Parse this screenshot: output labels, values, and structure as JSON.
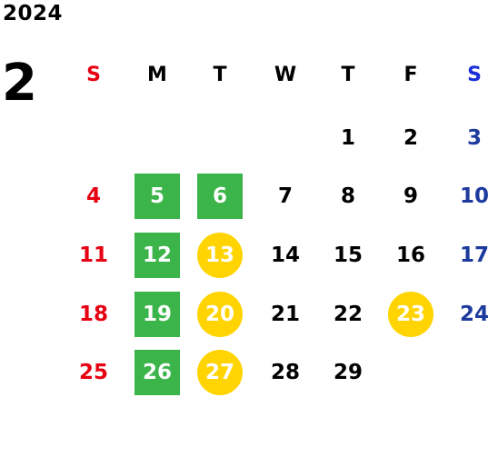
{
  "year": "2024",
  "month": "2",
  "weekdays": [
    "S",
    "M",
    "T",
    "W",
    "T",
    "F",
    "S"
  ],
  "colors": {
    "sunday": "#e60012",
    "saturday": "#1d3a9e",
    "green_highlight": "#3bb449",
    "yellow_highlight": "#ffd400"
  },
  "days": [
    {
      "label": "1"
    },
    {
      "label": "2"
    },
    {
      "label": "3"
    },
    {
      "label": "4"
    },
    {
      "label": "5",
      "highlight": "green"
    },
    {
      "label": "6",
      "highlight": "green"
    },
    {
      "label": "7"
    },
    {
      "label": "8"
    },
    {
      "label": "9"
    },
    {
      "label": "10"
    },
    {
      "label": "11"
    },
    {
      "label": "12",
      "highlight": "green"
    },
    {
      "label": "13",
      "highlight": "yellow"
    },
    {
      "label": "14"
    },
    {
      "label": "15"
    },
    {
      "label": "16"
    },
    {
      "label": "17"
    },
    {
      "label": "18"
    },
    {
      "label": "19",
      "highlight": "green"
    },
    {
      "label": "20",
      "highlight": "yellow"
    },
    {
      "label": "21"
    },
    {
      "label": "22"
    },
    {
      "label": "23",
      "highlight": "yellow"
    },
    {
      "label": "24"
    },
    {
      "label": "25"
    },
    {
      "label": "26",
      "highlight": "green"
    },
    {
      "label": "27",
      "highlight": "yellow"
    },
    {
      "label": "28"
    },
    {
      "label": "29"
    }
  ]
}
